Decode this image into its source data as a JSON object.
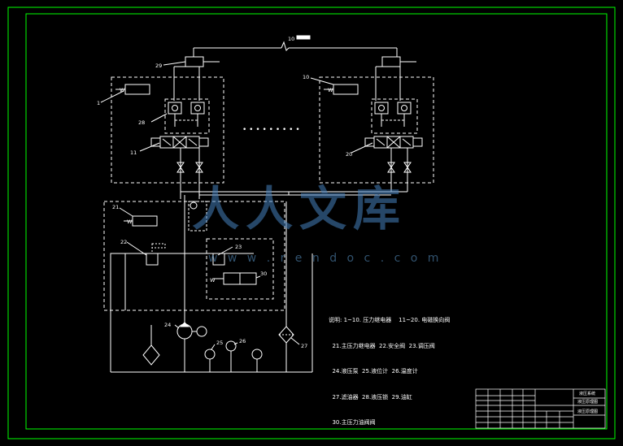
{
  "diagram": {
    "top_line_label": "10",
    "labels": {
      "n1": "1",
      "n10": "10",
      "n11": "11",
      "n20": "20",
      "n21": "21",
      "n22": "22",
      "n23": "23",
      "n24": "24",
      "n25": "25",
      "n26": "26",
      "n27": "27",
      "n28": "28",
      "n29": "29",
      "n30": "30",
      "valve_letter": "W",
      "dots": "• • • • • • • • •"
    },
    "legend": [
      "说明: 1~10. 压力继电器    11~20. 电磁换向阀",
      "  21.主压力继电器  22.安全阀  23.调压阀",
      "  24.液压泵  25.液位计  26.温度计",
      "  27.滤油器  28.液压锁  29.油缸",
      "  30.主压力油阀阀"
    ]
  },
  "watermark": {
    "cn": "人人文库",
    "url": "w w w . r e n d o c . c o m"
  },
  "title_block": {
    "name": "液压系统",
    "sub": "液压原理图",
    "drawing": "液压原理图"
  },
  "colors": {
    "background": "#000000",
    "frame": "#00ff00",
    "lines": "#ffffff",
    "watermark": "#4f8cc0"
  }
}
